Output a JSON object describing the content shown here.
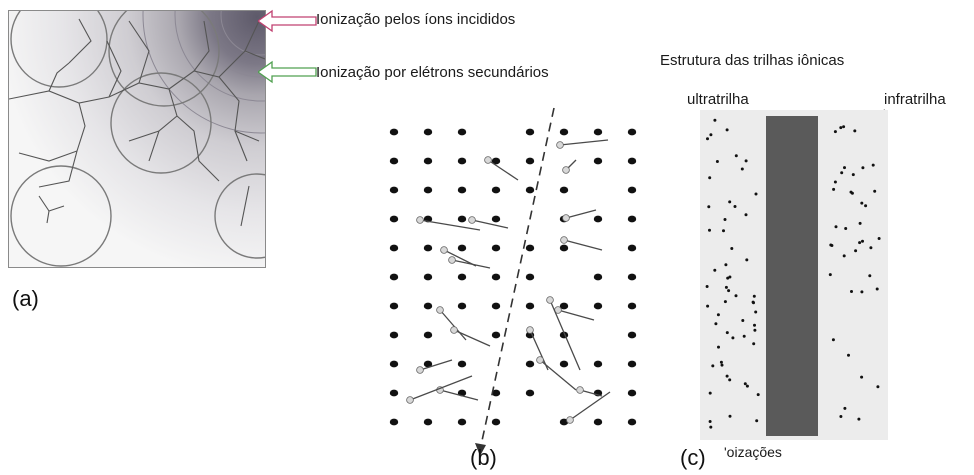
{
  "panel_a": {
    "letter": "(a)",
    "label_ions": "Ionização pelos íons incididos",
    "label_electrons": "Ionização por elétrons secundários"
  },
  "panel_b": {
    "letter": "(b)"
  },
  "panel_c": {
    "letter": "(c)",
    "title": "Estrutura das trilhas iônicas",
    "label_ultra": "ultratrilha",
    "label_infra": "infratrilha",
    "caption_fragment": "'oizações"
  },
  "colors": {
    "infratrack": "#5a5a5a",
    "ultratrack_bg": "#ececec",
    "shade_dark": "#6e6a78",
    "arrow_ions": "#c04070",
    "arrow_electrons": "#50a050"
  }
}
